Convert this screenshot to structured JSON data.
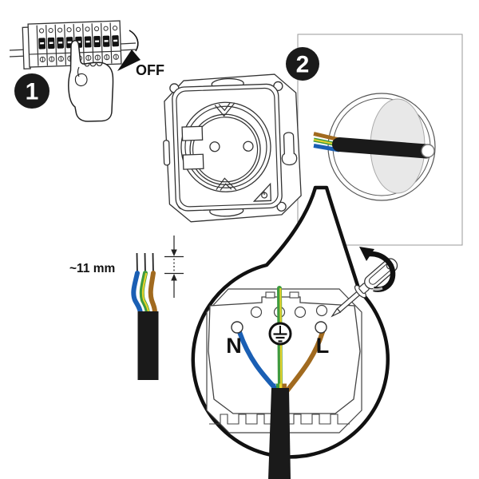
{
  "steps": {
    "step1": {
      "number": "1",
      "action_label": "OFF"
    },
    "step2": {
      "number": "2"
    }
  },
  "wiring": {
    "neutral_terminal_label": "N",
    "line_terminal_label": "L",
    "strip_length_label": "~11 mm"
  },
  "colors": {
    "neutral_wire_blue": "#1a5fb4",
    "earth_wire_green": "#3f9b3f",
    "earth_wire_yellow": "#e7d22b",
    "line_wire_brown": "#a16a1f",
    "cable_jacket_black": "#1a1a1a",
    "wall_box_gray": "#e8e8e8",
    "badge_background": "#1a1a1a",
    "badge_text": "#ffffff",
    "line_art_stroke": "#333333"
  }
}
